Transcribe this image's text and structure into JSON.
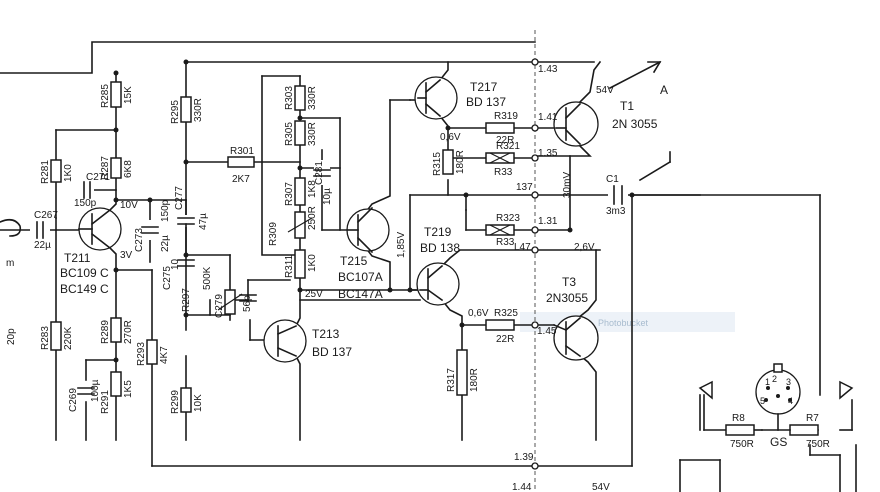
{
  "components": {
    "r285": {
      "ref": "R285",
      "value": "15K"
    },
    "r281": {
      "ref": "R281",
      "value": "1K0"
    },
    "r287": {
      "ref": "R287",
      "value": "6K8"
    },
    "r283": {
      "ref": "R283",
      "value": "220K"
    },
    "r289": {
      "ref": "R289",
      "value": "270R"
    },
    "r291": {
      "ref": "R291",
      "value": "1K5"
    },
    "r293": {
      "ref": "R293",
      "value": "4K7"
    },
    "r295": {
      "ref": "R295",
      "value": "330R"
    },
    "r299": {
      "ref": "R299",
      "value": "10K"
    },
    "r297": {
      "ref": "R297",
      "value": "500K"
    },
    "r301": {
      "ref": "R301",
      "value": "2K7"
    },
    "r303": {
      "ref": "R303",
      "value": "330R"
    },
    "r305": {
      "ref": "R305",
      "value": "330R"
    },
    "r307": {
      "ref": "R307",
      "value": "1K8"
    },
    "r309": {
      "ref": "R309",
      "value": "250R"
    },
    "r311": {
      "ref": "R311",
      "value": "1K0"
    },
    "r315": {
      "ref": "R315",
      "value": "180R"
    },
    "r317": {
      "ref": "R317",
      "value": "180R"
    },
    "r319": {
      "ref": "R319",
      "value": "22R"
    },
    "r321": {
      "ref": "R321",
      "value": "R33"
    },
    "r323": {
      "ref": "R323",
      "value": "R33"
    },
    "r325": {
      "ref": "R325",
      "value": "22R"
    },
    "r7": {
      "ref": "R7",
      "value": "750R"
    },
    "r8": {
      "ref": "R8",
      "value": "750R"
    },
    "c267": {
      "ref": "C267",
      "value": "22µ"
    },
    "c269": {
      "ref": "C269",
      "value": "100µ"
    },
    "c271": {
      "ref": "C271",
      "value": "150p"
    },
    "c273": {
      "ref": "C273",
      "value": "22µ"
    },
    "c275": {
      "ref": "C275",
      "value": "10"
    },
    "c277": {
      "ref": "C277",
      "value": "47µ"
    },
    "c279": {
      "ref": "C279",
      "value": "56p"
    },
    "c281": {
      "ref": "C281",
      "value": "10µ"
    },
    "c1": {
      "ref": "C1",
      "value": "3m3"
    },
    "c_150p": {
      "value": "150p"
    },
    "c_left": {
      "value": "20p"
    }
  },
  "transistors": {
    "t211": {
      "ref": "T211",
      "type1": "BC109 C",
      "type2": "BC149 C"
    },
    "t213": {
      "ref": "T213",
      "type": "BD 137"
    },
    "t215": {
      "ref": "T215",
      "type1": "BC107A",
      "type2": "BC147A"
    },
    "t217": {
      "ref": "T217",
      "type": "BD 137"
    },
    "t219": {
      "ref": "T219",
      "type": "BD 138"
    },
    "t1": {
      "ref": "T1",
      "type": "2N 3055"
    },
    "t3": {
      "ref": "T3",
      "type": "2N3055"
    }
  },
  "voltages": {
    "v10": "10V",
    "v3": "3V",
    "v25": "25V",
    "v185": "1,85V",
    "v06a": "0,6V",
    "v06b": "0,6V",
    "v26": "2,6V",
    "v54a": "54V",
    "v54b": "54V",
    "v30mv": "30mV"
  },
  "terminals": {
    "t143": "1.43",
    "t141": "1.41",
    "t135": "1.35",
    "t137": "137",
    "t131": "1.31",
    "t147": "L47",
    "t145": "1.45",
    "t139": "1.39",
    "t144": "1.44"
  },
  "labels": {
    "arrow_a": "A",
    "connector": "GS",
    "pins": [
      "1",
      "2",
      "3",
      "4",
      "5"
    ],
    "left_m": "m",
    "watermark": "Photobucket"
  }
}
